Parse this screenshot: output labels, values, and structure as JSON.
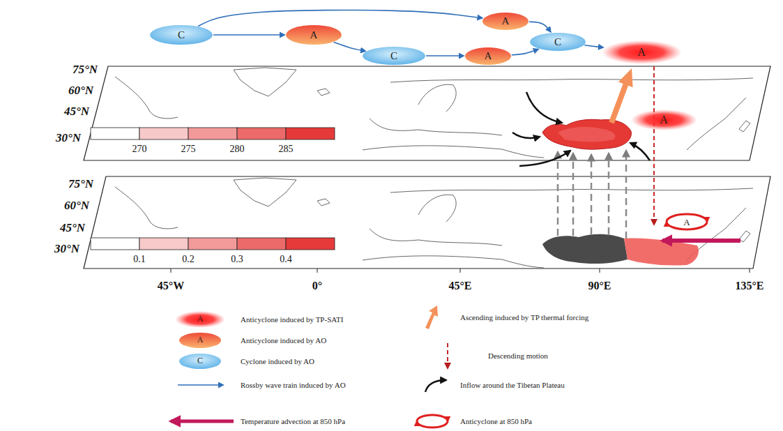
{
  "diagram": {
    "nodes": [
      {
        "text": [
          "C"
        ]
      },
      {
        "text": [
          "A"
        ]
      },
      {
        "text": [
          "C"
        ]
      },
      {
        "text": [
          "A"
        ]
      },
      {
        "text": [
          "A"
        ]
      },
      {
        "text": [
          "C"
        ]
      },
      {
        "text": [
          "A"
        ]
      },
      {
        "text": [
          "A"
        ]
      },
      {
        "text": [
          "A"
        ]
      }
    ],
    "edges": [
      {
        "from": 0,
        "to": 1,
        "arrow": "to"
      },
      {
        "from": 0,
        "to": 4,
        "arrow": "to"
      },
      {
        "from": 1,
        "to": 2,
        "arrow": "to"
      },
      {
        "from": 2,
        "to": 3,
        "arrow": "to"
      },
      {
        "from": 3,
        "to": 5,
        "arrow": "to"
      },
      {
        "from": 4,
        "to": 5,
        "arrow": "to"
      },
      {
        "from": 5,
        "to": 6,
        "arrow": "to"
      }
    ],
    "labels": [
      "75°N",
      "60°N",
      "45°N",
      "30°N",
      "270",
      "275",
      "280",
      "285",
      "75°N",
      "60°N",
      "45°N",
      "30°N",
      "0.1",
      "0.2",
      "0.3",
      "0.4",
      "45°W",
      "0°",
      "45°E",
      "90°E",
      "135°E",
      "A",
      "A",
      "C"
    ],
    "legend": [
      {
        "text": "Anticyclone induced by TP-SATI"
      },
      {
        "text": "Anticyclone induced by AO"
      },
      {
        "text": "Cyclone induced by AO"
      },
      {
        "text": "Rossby wave train induced by AO"
      },
      {
        "text": "Temperature advection at 850 hPa"
      },
      {
        "text": "Ascending induced by TP thermal forcing"
      },
      {
        "text": "Descending motion"
      },
      {
        "text": "Inflow around the Tibetan Plateau"
      },
      {
        "text": "Anticyclone at 850 hPa"
      }
    ]
  }
}
